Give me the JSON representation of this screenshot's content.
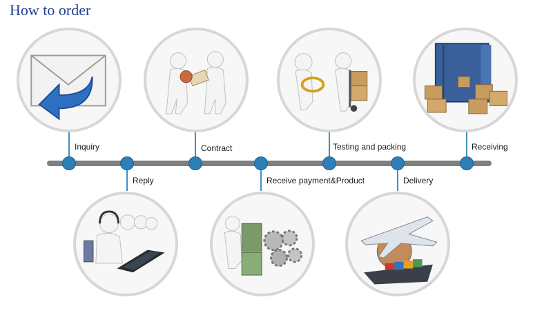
{
  "title": "How to order",
  "steps": [
    {
      "label": "Inquiry",
      "icon": "envelope-arrow-icon"
    },
    {
      "label": "Reply",
      "icon": "call-center-icon"
    },
    {
      "label": "Contract",
      "icon": "handshake-stamp-icon"
    },
    {
      "label": "Receive payment&Product",
      "icon": "money-gears-icon"
    },
    {
      "label": "Testing and packing",
      "icon": "magnifier-handtruck-icon"
    },
    {
      "label": "Delivery",
      "icon": "plane-ship-globe-icon"
    },
    {
      "label": "Receiving",
      "icon": "container-boxes-icon"
    }
  ],
  "colors": {
    "title": "#1f3e93",
    "node": "#2d7fb8",
    "bar": "#7f7f7f",
    "stem": "#3f8fc6"
  }
}
